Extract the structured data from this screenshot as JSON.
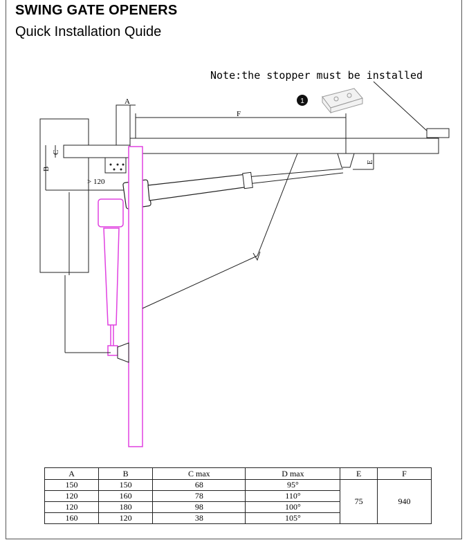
{
  "header": {
    "title": "SWING GATE OPENERS",
    "subtitle": "Quick Installation Quide"
  },
  "note": "Note:the stopper must be installed",
  "callout_number": "1",
  "dimensions": {
    "a": "A",
    "b": "B",
    "c": "C",
    "e": "E",
    "f": "F",
    "min_offset": "> 120"
  },
  "table": {
    "headers": [
      "A",
      "B",
      "C max",
      "D max",
      "E",
      "F"
    ],
    "rows": [
      [
        "150",
        "150",
        "68",
        "95°"
      ],
      [
        "120",
        "160",
        "78",
        "110°"
      ],
      [
        "120",
        "180",
        "98",
        "100°"
      ],
      [
        "160",
        "120",
        "38",
        "105°"
      ]
    ],
    "e_value": "75",
    "f_value": "940"
  },
  "colors": {
    "line": "#222222",
    "highlight": "#e040e0"
  }
}
